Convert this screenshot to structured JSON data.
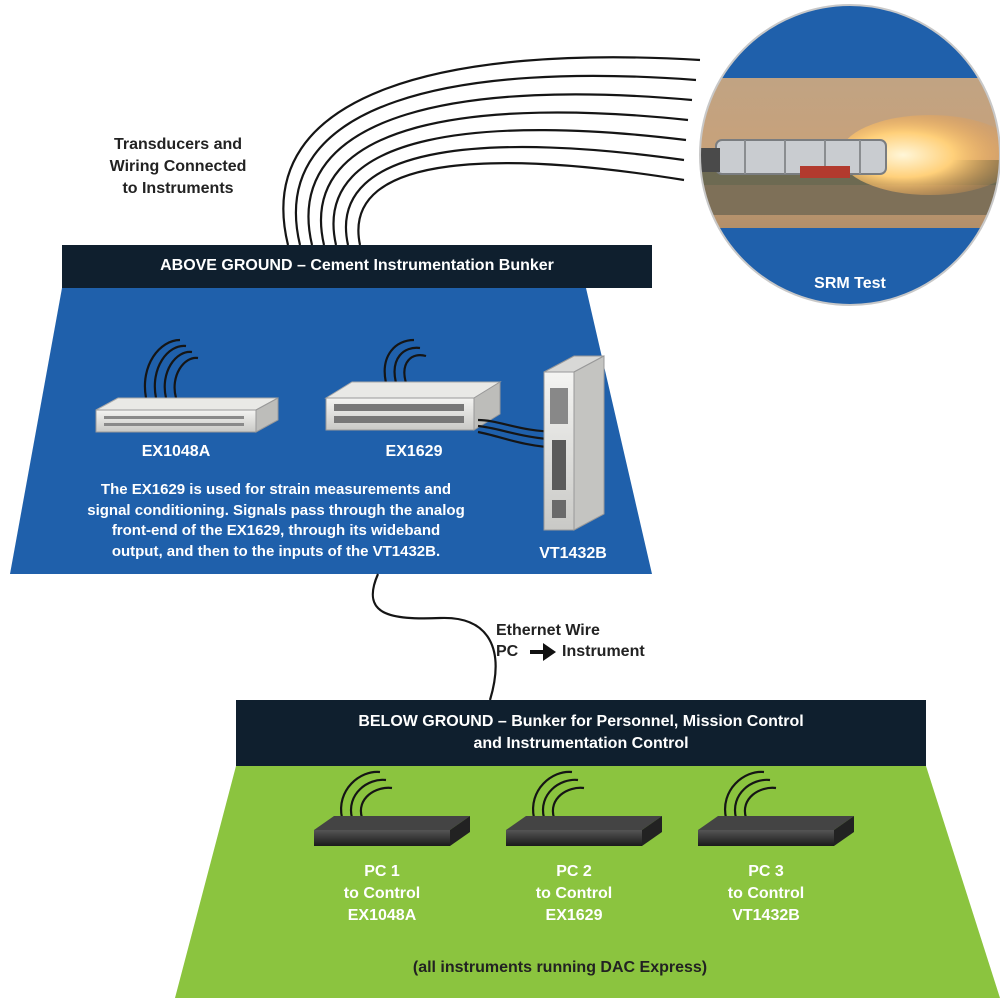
{
  "labels": {
    "transducers": [
      "Transducers and",
      "Wiring Connected",
      "to Instruments"
    ],
    "above_ground": "ABOVE GROUND – Cement Instrumentation Bunker",
    "ex1048a": "EX1048A",
    "ex1629": "EX1629",
    "vt1432b": "VT1432B",
    "description": [
      "The EX1629 is used for strain measurements and",
      "signal conditioning. Signals pass through the analog",
      "front-end of the EX1629, through its wideband",
      "output, and then to the inputs of the VT1432B."
    ],
    "srm_test": "SRM Test",
    "ethernet_line1": "Ethernet Wire",
    "ethernet_pc": "PC",
    "ethernet_instrument": "Instrument",
    "below_ground": [
      "BELOW GROUND – Bunker for Personnel, Mission Control",
      "and Instrumentation Control"
    ],
    "pcs": [
      [
        "PC 1",
        "to Control",
        "EX1048A"
      ],
      [
        "PC 2",
        "to Control",
        "EX1629"
      ],
      [
        "PC 3",
        "to Control",
        "VT1432B"
      ]
    ],
    "footer": "(all instruments running DAC Express)"
  },
  "colors": {
    "navy": "#0f1f2e",
    "blue": "#1f60ab",
    "green": "#8bc43f",
    "wire": "#151515"
  }
}
